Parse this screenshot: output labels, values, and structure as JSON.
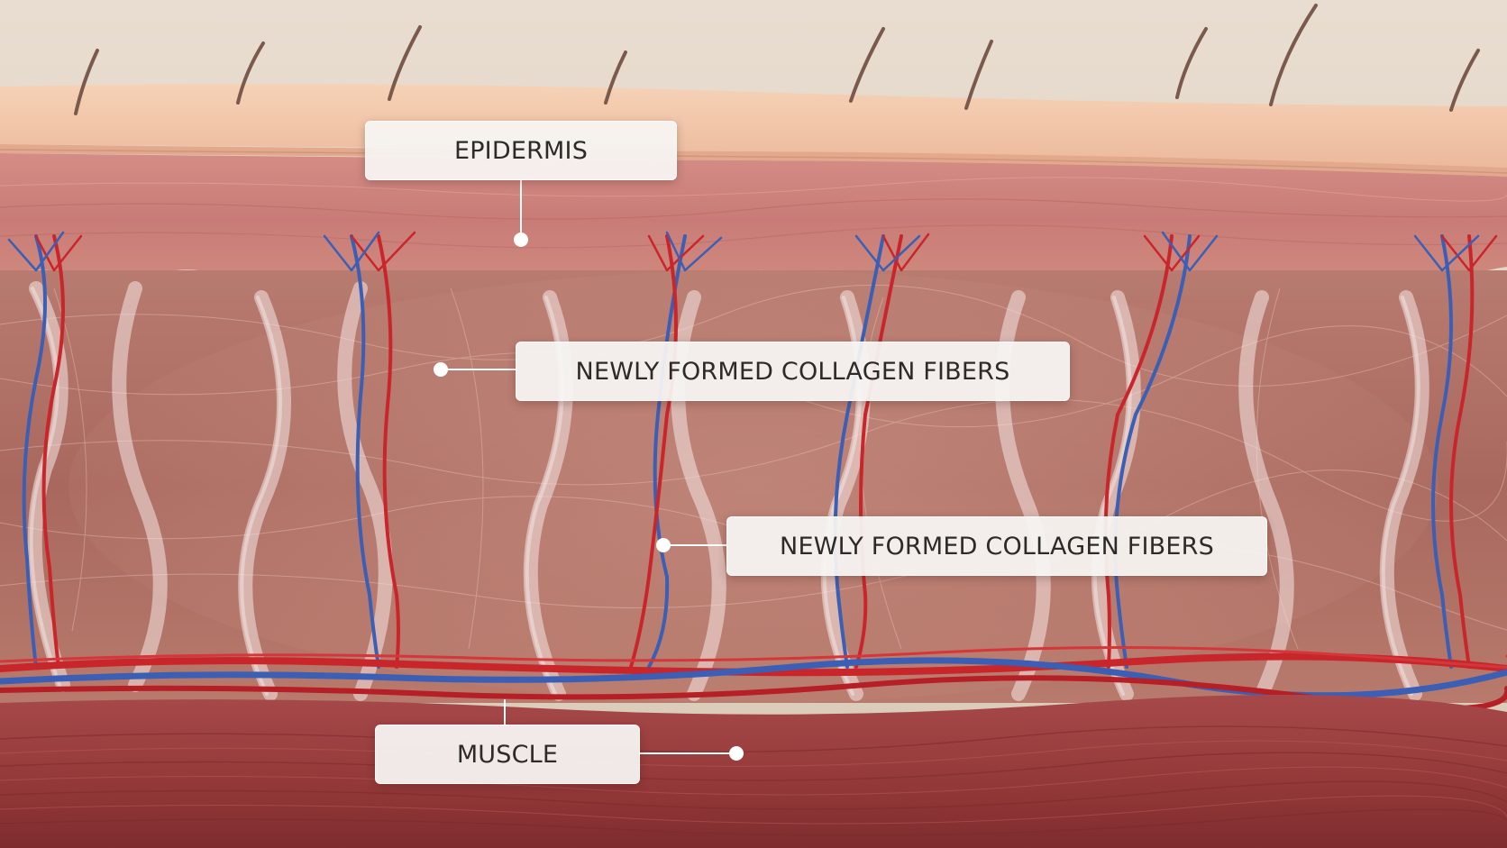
{
  "labels": {
    "epidermis": "EPIDERMIS",
    "collagen_upper": "NEWLY FORMED COLLAGEN FIBERS",
    "collagen_lower": "NEWLY FORMED COLLAGEN FIBERS",
    "muscle": "MUSCLE"
  },
  "colors": {
    "background": "#e3d7c8",
    "epidermis_surface": "#f2c6a8",
    "dermis": "#c77a78",
    "hypodermis": "#b07268",
    "muscle": "#9e3f3e",
    "artery": "#c9262b",
    "vein": "#3a5fb5",
    "collagen": "#f4e4e2",
    "label_box": "#f6f4f2",
    "label_text": "#2e2a28"
  }
}
